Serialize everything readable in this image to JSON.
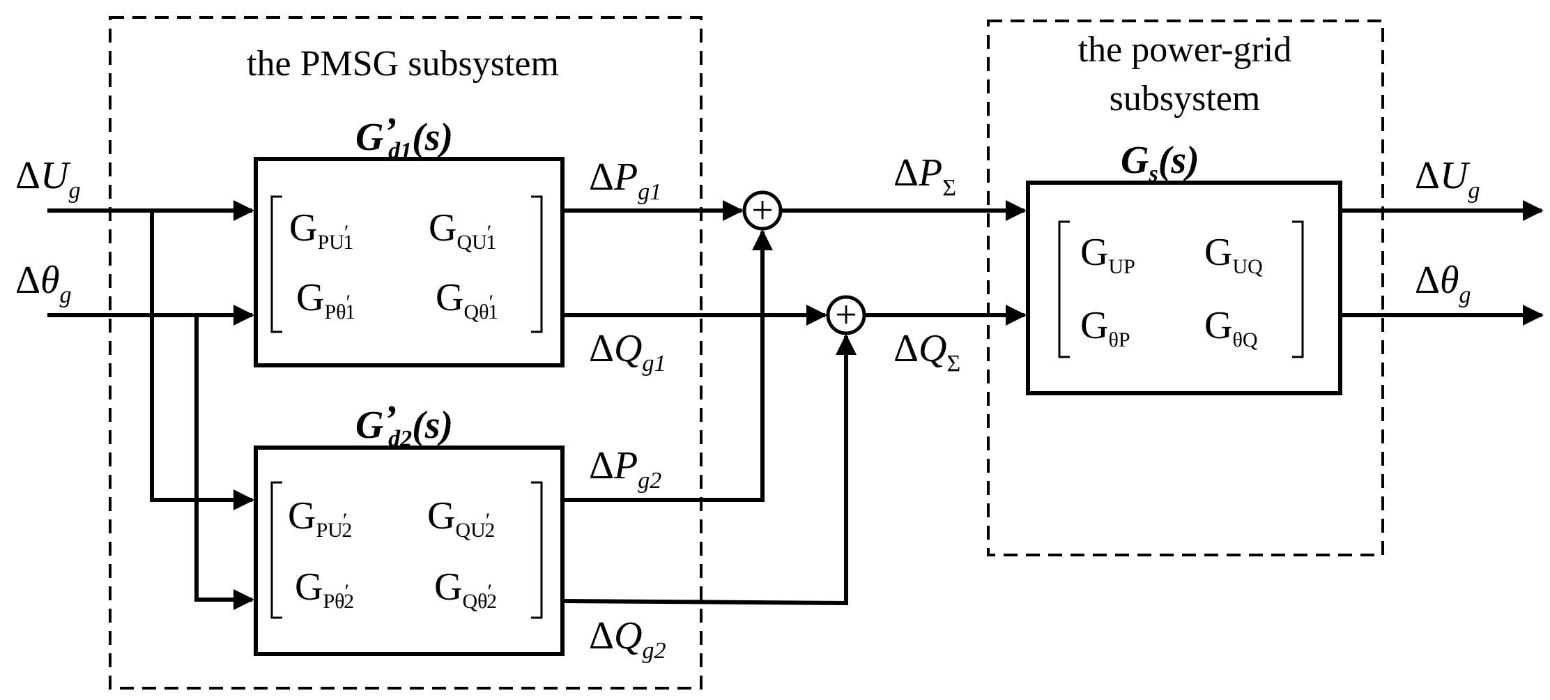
{
  "colors": {
    "stroke": "#000000",
    "background": "#ffffff"
  },
  "subsystems": {
    "pmsg": {
      "title": "the PMSG subsystem"
    },
    "grid": {
      "title_line1": "the power-grid",
      "title_line2": "subsystem"
    }
  },
  "blocks": {
    "gd1": {
      "name_main": "G",
      "name_prime": "’",
      "name_sub": "d1",
      "name_tail": "(s)",
      "m11": {
        "base": "G",
        "sub": "PU",
        "sub2": "′",
        "sub3": "1"
      },
      "m12": {
        "base": "G",
        "sub": "QU",
        "sub2": "′",
        "sub3": "1"
      },
      "m21": {
        "base": "G",
        "sub": "Pθ",
        "sub2": "′",
        "sub3": "1"
      },
      "m22": {
        "base": "G",
        "sub": "Qθ",
        "sub2": "′",
        "sub3": "1"
      }
    },
    "gd2": {
      "name_main": "G",
      "name_prime": "’",
      "name_sub": "d2",
      "name_tail": "(s)",
      "m11": {
        "base": "G",
        "sub": "PU",
        "sub2": "′",
        "sub3": "2"
      },
      "m12": {
        "base": "G",
        "sub": "QU",
        "sub2": "′",
        "sub3": "2"
      },
      "m21": {
        "base": "G",
        "sub": "Pθ",
        "sub2": "′",
        "sub3": "2"
      },
      "m22": {
        "base": "G",
        "sub": "Qθ",
        "sub2": "′",
        "sub3": "2"
      }
    },
    "gs": {
      "name_main": "G",
      "name_sub": "s",
      "name_tail": "(s)",
      "m11": {
        "base": "G",
        "sub": "UP"
      },
      "m12": {
        "base": "G",
        "sub": "UQ"
      },
      "m21": {
        "base": "G",
        "sub": "θP"
      },
      "m22": {
        "base": "G",
        "sub": "θQ"
      }
    }
  },
  "signals": {
    "in_u": {
      "delta": "Δ",
      "var": "U",
      "sub": "g"
    },
    "in_th": {
      "delta": "Δ",
      "var": "θ",
      "sub": "g"
    },
    "p_g1": {
      "delta": "Δ",
      "var": "P",
      "sub": "g1"
    },
    "q_g1": {
      "delta": "Δ",
      "var": "Q",
      "sub": "g1"
    },
    "p_g2": {
      "delta": "Δ",
      "var": "P",
      "sub": "g2"
    },
    "q_g2": {
      "delta": "Δ",
      "var": "Q",
      "sub": "g2"
    },
    "p_sum": {
      "delta": "Δ",
      "var": "P",
      "sub": "Σ"
    },
    "q_sum": {
      "delta": "Δ",
      "var": "Q",
      "sub": "Σ"
    },
    "out_u": {
      "delta": "Δ",
      "var": "U",
      "sub": "g"
    },
    "out_th": {
      "delta": "Δ",
      "var": "θ",
      "sub": "g"
    }
  },
  "summers": {
    "symbol": "+"
  }
}
